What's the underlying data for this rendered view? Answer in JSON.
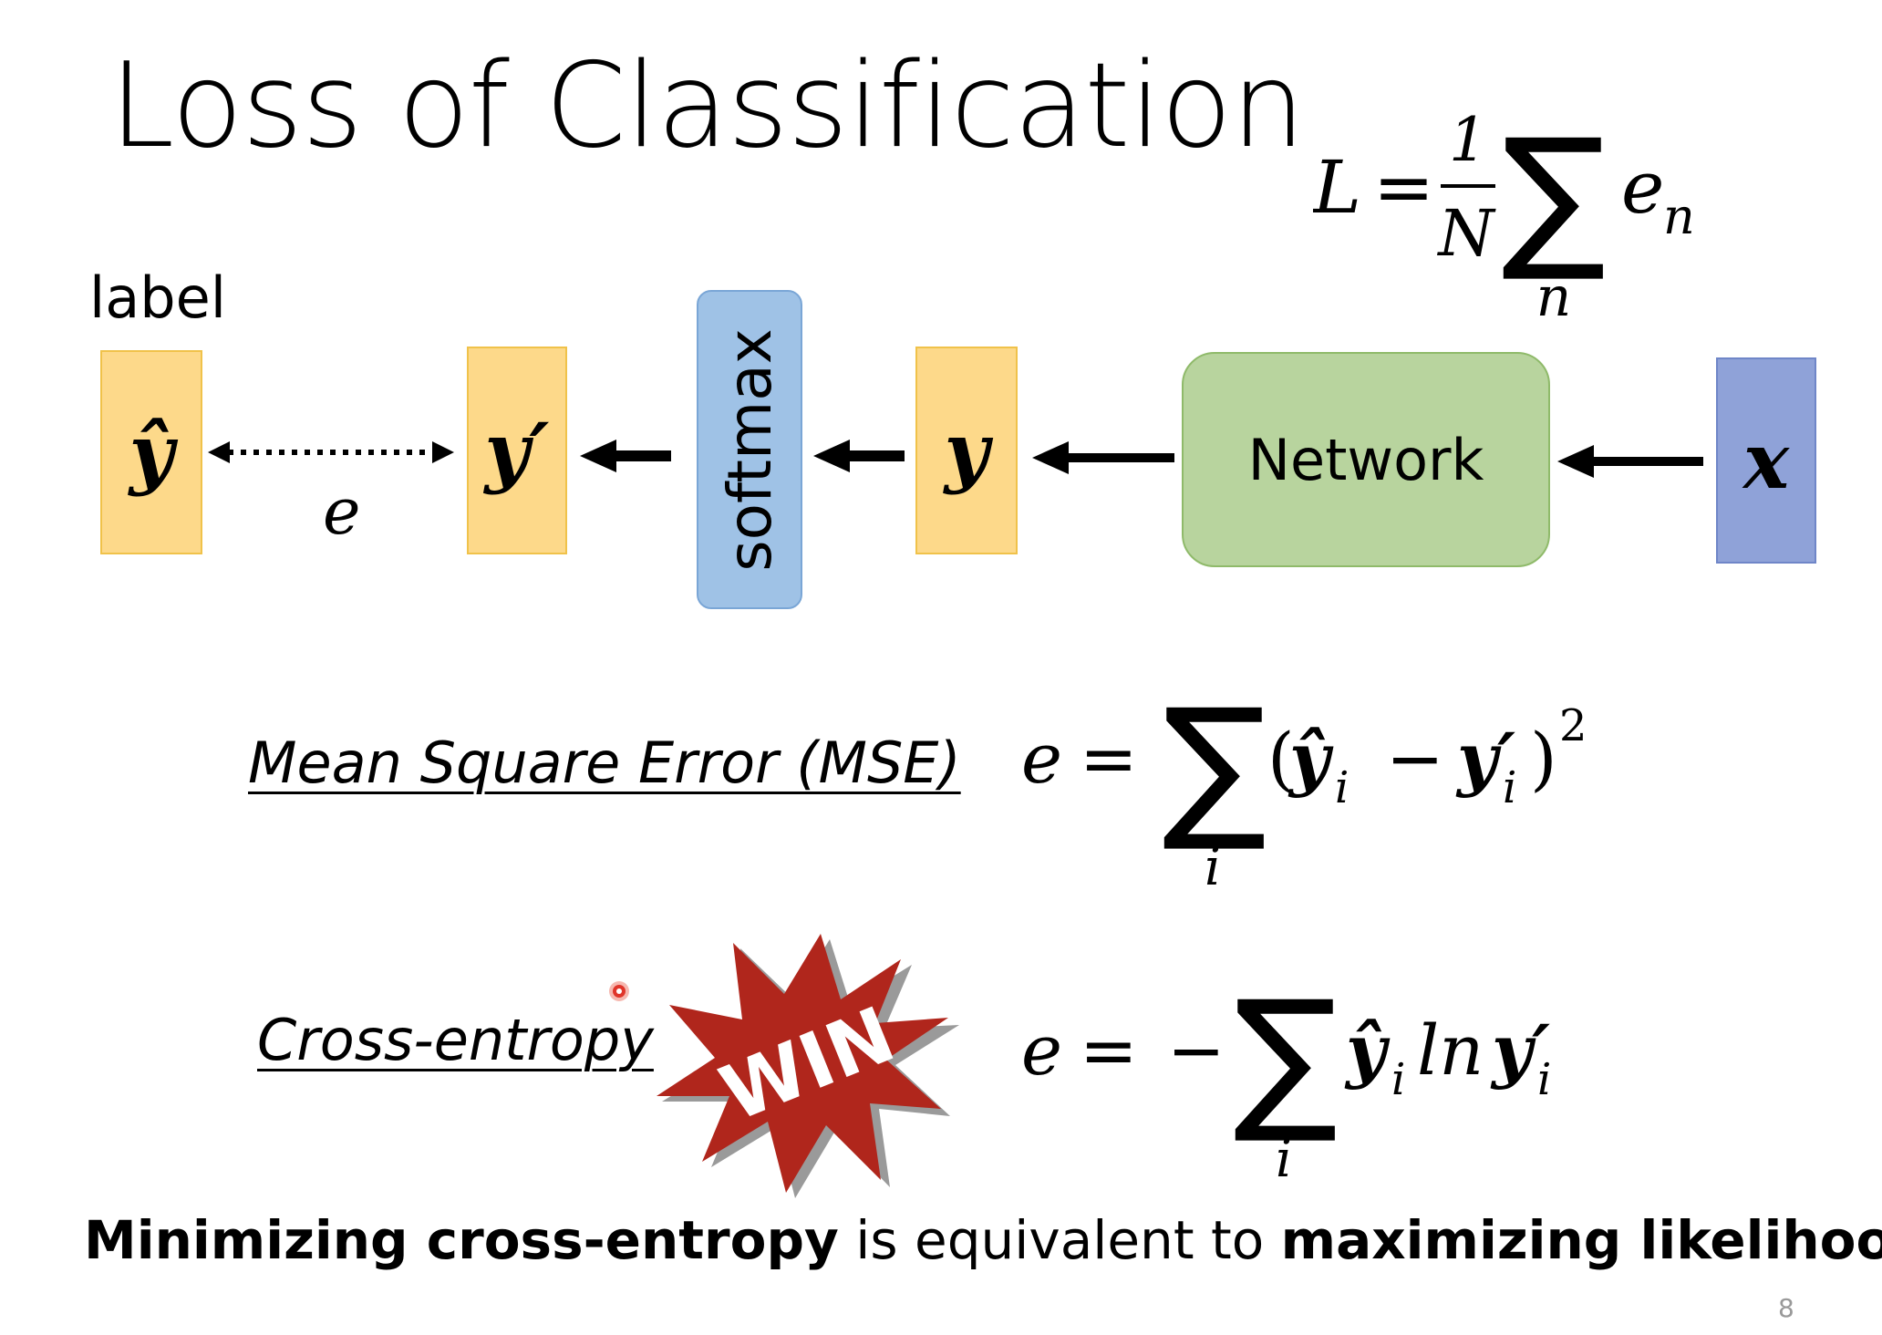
{
  "slide": {
    "title": "Loss of Classification",
    "page_number": "8"
  },
  "diagram": {
    "label_caption": "label",
    "y_hat": "ŷ",
    "y_prime": "y′",
    "softmax": "softmax",
    "y": "y",
    "network": "Network",
    "x": "x",
    "error_symbol": "e",
    "colors": {
      "label_box": "#fdd98a",
      "softmax_box": "#9fc2e6",
      "network_box": "#b8d49e",
      "input_box": "#8fa2d8"
    }
  },
  "loss_formula": {
    "lhs": "L",
    "equals": "=",
    "numerator": "1",
    "denominator": "N",
    "sum": "∑",
    "sum_index": "n",
    "term": "e",
    "term_sub": "n"
  },
  "mse": {
    "name": "Mean Square Error (MSE)",
    "lhs": "e",
    "equals": "=",
    "sum": "∑",
    "sum_index": "i",
    "open": "(",
    "a": "ŷ",
    "a_sub": "i",
    "minus": "−",
    "b": "y′",
    "b_sub": "i",
    "close": ")",
    "power": "2"
  },
  "cross_entropy": {
    "name": "Cross-entropy",
    "badge": "WIN",
    "lhs": "e",
    "equals": "=",
    "neg": "−",
    "sum": "∑",
    "sum_index": "i",
    "a": "ŷ",
    "a_sub": "i",
    "ln": "ln",
    "b": "y′",
    "b_sub": "i"
  },
  "conclusion": {
    "part1": "Minimizing cross-entropy",
    "part2": " is equivalent to ",
    "part3": "maximizing likelihood",
    "part4": "."
  }
}
